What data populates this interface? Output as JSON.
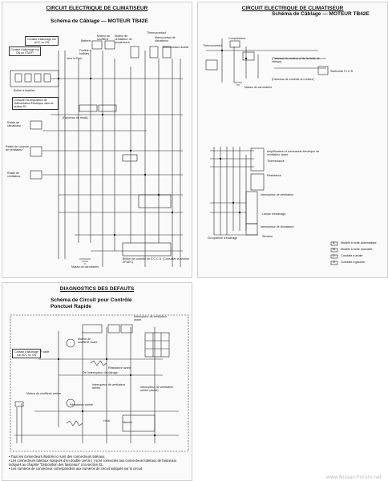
{
  "panel1": {
    "header": "CIRCUIT ELECTRIQUE DE CLIMATISEUR",
    "subtitle": "Schéma de Câblage — MOTEUR TB42E",
    "labels": {
      "thermocontact": "Thermocontact",
      "manocontact_climatiseur": "Manocontact de climatiseur",
      "manocontact_double": "Manocontact double",
      "contact_allumage": "Contact d'allumage sur ACC ou ON",
      "contact_start": "Contact d'allumage sur ON ou START",
      "vers_relais": "Vers le Pact",
      "batterie": "Batterie",
      "fusible": "Fusible à fusibles",
      "moteur_soufflerie": "Moteur de soufflerie",
      "moteur_ventilateur": "Moteur de ventilateur de condenseur",
      "boitier_fusibles": "Boîtier à fusibles",
      "consulter_disposition": "Consulter la Disposition de l'Alimentation Electrique dans la section EL",
      "faisceau_relais": "(Faisceau de relais)",
      "relais_climatiseur": "Relais de climatiseur",
      "relais_coupure": "Relais de coupure de ventilateur",
      "relais_ventilateur": "Relais de ventilateur",
      "masse_carrosserie": "Masse de carrosserie",
      "boitier_commande": "Boîtier de contrôle de E.C.C.S. (Consulter la section EF&EC)"
    }
  },
  "panel2": {
    "header": "CIRCUIT ELECTRIQUE DE CLIMATISEUR",
    "subtitle": "Schéma de Câblage — MOTEUR TB42E",
    "labels": {
      "thermocontact": "Thermocontact",
      "compresseur": "Compresseur",
      "faisceau_moteur": "(Faisceau du moteur et de la boîte de vitesse)",
      "solenoide": "Solénoïde F.I.C.D.",
      "faisceau_controle": "(Faisceau de contrôle du moteur)",
      "masse_carrosserie": "Masse de carrosserie",
      "amplificateur": "Amplificateur et commande électrique de ventilateur avant",
      "thermistance": "Thermistance",
      "resistance": "Résistance",
      "interrupteur_ventilateur": "Interrupteur de ventilateur",
      "lampe_eclairage": "Lampe d'éclairage",
      "systeme_eclairage": "Du système d'éclairage",
      "interrupteur_climatiseur": "Interrupteur de climatiseur",
      "senseur": "Senseur"
    },
    "legend": [
      {
        "code": "A",
        "text": "Modèle à boîte automatique"
      },
      {
        "code": "M",
        "text": "Modèle à boîte manuelle"
      },
      {
        "code": "D",
        "text": "Conduite à droite"
      },
      {
        "code": "G",
        "text": "Conduite à gauche"
      }
    ]
  },
  "panel3": {
    "header": "DIAGNOSTICS DES DEFAUTS",
    "subtitle": "Schéma de Circuit pour Contrôle Ponctuel Rapide",
    "labels": {
      "contact_allumage": "Contact d'allumage sur ACC ou ON",
      "fusible": "F.aible",
      "moteur_soufflerie": "Moteur de soufflerie avant",
      "interrupteur_avant": "Interrupteur de ventilateur avant",
      "resistance_avant": "Résistance avant",
      "interrupteur_eclairage": "De l'interrupteur d'éclairage",
      "moteur_arriere": "Moteur de soufflerie arrière",
      "interrupteur_arriere": "Interrupteur de ventilateur arrière",
      "interrupteur_arriere2": "Interrupteur de ventilateur arrière (avant)",
      "resistance_arriere": "Résistance arrière",
      "haut": "Haut",
      "marche": "Marche"
    },
    "notes": [
      "• Tous les connecteurs illustrés ici sont des connecteurs latéraux.",
      "• Les connecteurs latéraux marqués d'un double cercle (   ) sont connectés aux connecteurs latéraux de faisceaux indiqués au chapitre \"Disposition des faisceaux\" à la section EL.",
      "• Les numéros de connecteur correspondent aux numéros de circuit indiqués sur le circuit."
    ]
  },
  "watermark": "www.Nissan-Forum.net"
}
